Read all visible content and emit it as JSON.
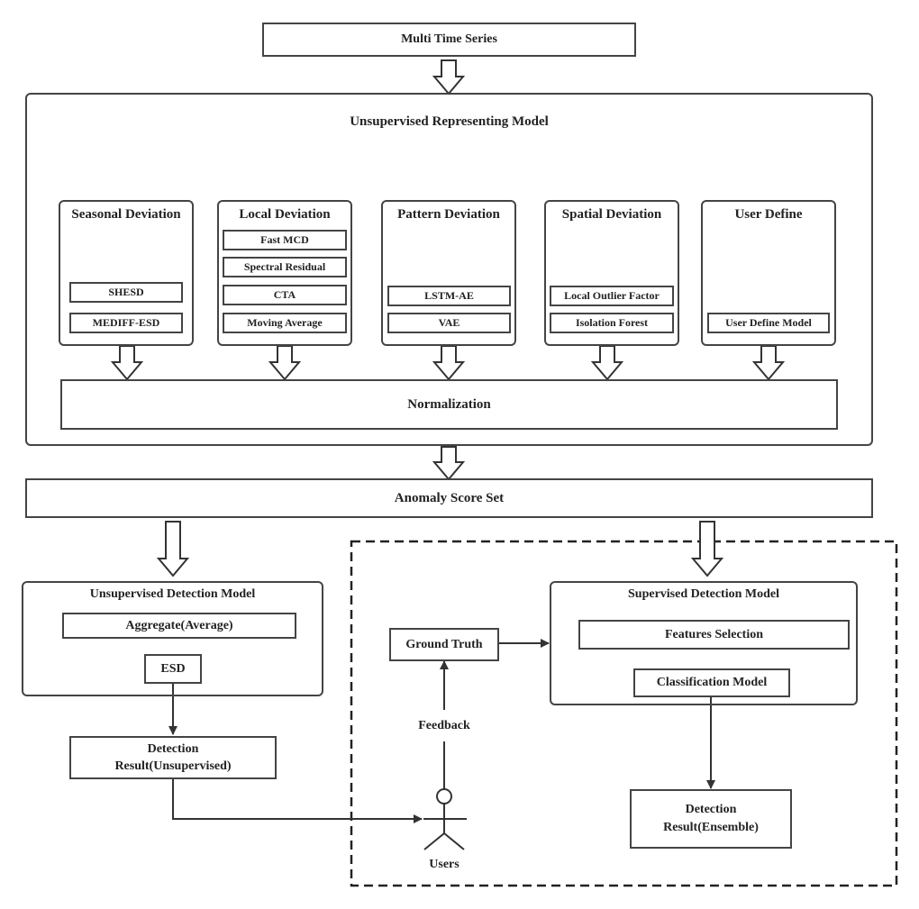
{
  "multi_time_series": "Multi Time Series",
  "representing_model": {
    "title": "Unsupervised Representing Model",
    "groups": [
      {
        "title": "Seasonal Deviation",
        "items": [
          "SHESD",
          "MEDIFF-ESD"
        ]
      },
      {
        "title": "Local Deviation",
        "items": [
          "Fast MCD",
          "Spectral Residual",
          "CTA",
          "Moving Average"
        ]
      },
      {
        "title": "Pattern Deviation",
        "items": [
          "LSTM-AE",
          "VAE"
        ]
      },
      {
        "title": "Spatial Deviation",
        "items": [
          "Local Outlier Factor",
          "Isolation Forest"
        ]
      },
      {
        "title": "User Define",
        "items": [
          "User Define Model"
        ]
      }
    ],
    "normalization": "Normalization"
  },
  "anomaly_score_set": "Anomaly Score Set",
  "unsupervised_detection": {
    "title": "Unsupervised Detection Model",
    "aggregate": "Aggregate(Average)",
    "esd": "ESD",
    "result_line1": "Detection",
    "result_line2": "Result(Unsupervised)"
  },
  "supervised_detection": {
    "title": "Supervised Detection Model",
    "features": "Features Selection",
    "classification": "Classification Model",
    "result_line1": "Detection",
    "result_line2": "Result(Ensemble)"
  },
  "ground_truth": "Ground Truth",
  "feedback": "Feedback",
  "users": "Users"
}
